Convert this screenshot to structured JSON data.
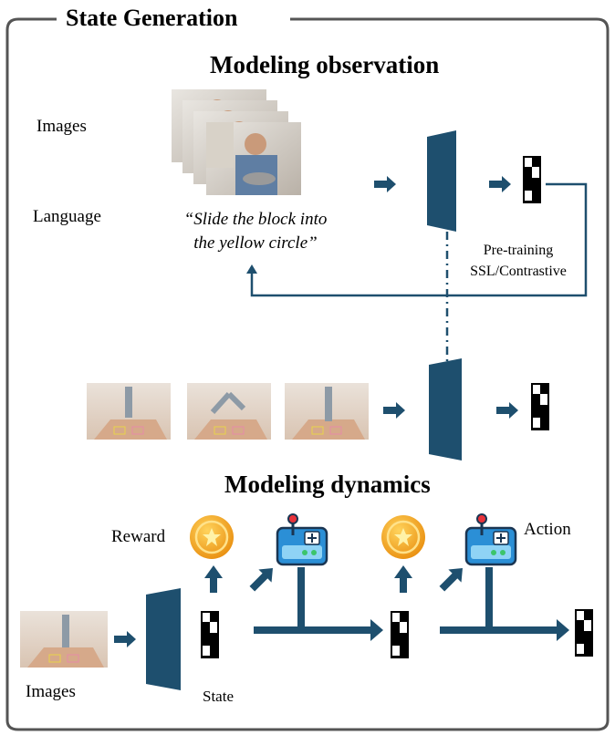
{
  "title": "State Generation",
  "observation": {
    "heading": "Modeling observation",
    "images_label": "Images",
    "language_label": "Language",
    "quote_line1": "“Slide the block into",
    "quote_line2": "the yellow circle”",
    "pretrain_line1": "Pre-training",
    "pretrain_line2": "SSL/Contrastive"
  },
  "dynamics": {
    "heading": "Modeling dynamics",
    "reward_label": "Reward",
    "action_label": "Action",
    "images_label": "Images",
    "state_label": "State"
  },
  "colors": {
    "encoder": "#1e4f6e",
    "arrow": "#1e4f6e",
    "frame": "#555555",
    "coin": "#f2a41f",
    "controller": "#2b8fd6"
  }
}
